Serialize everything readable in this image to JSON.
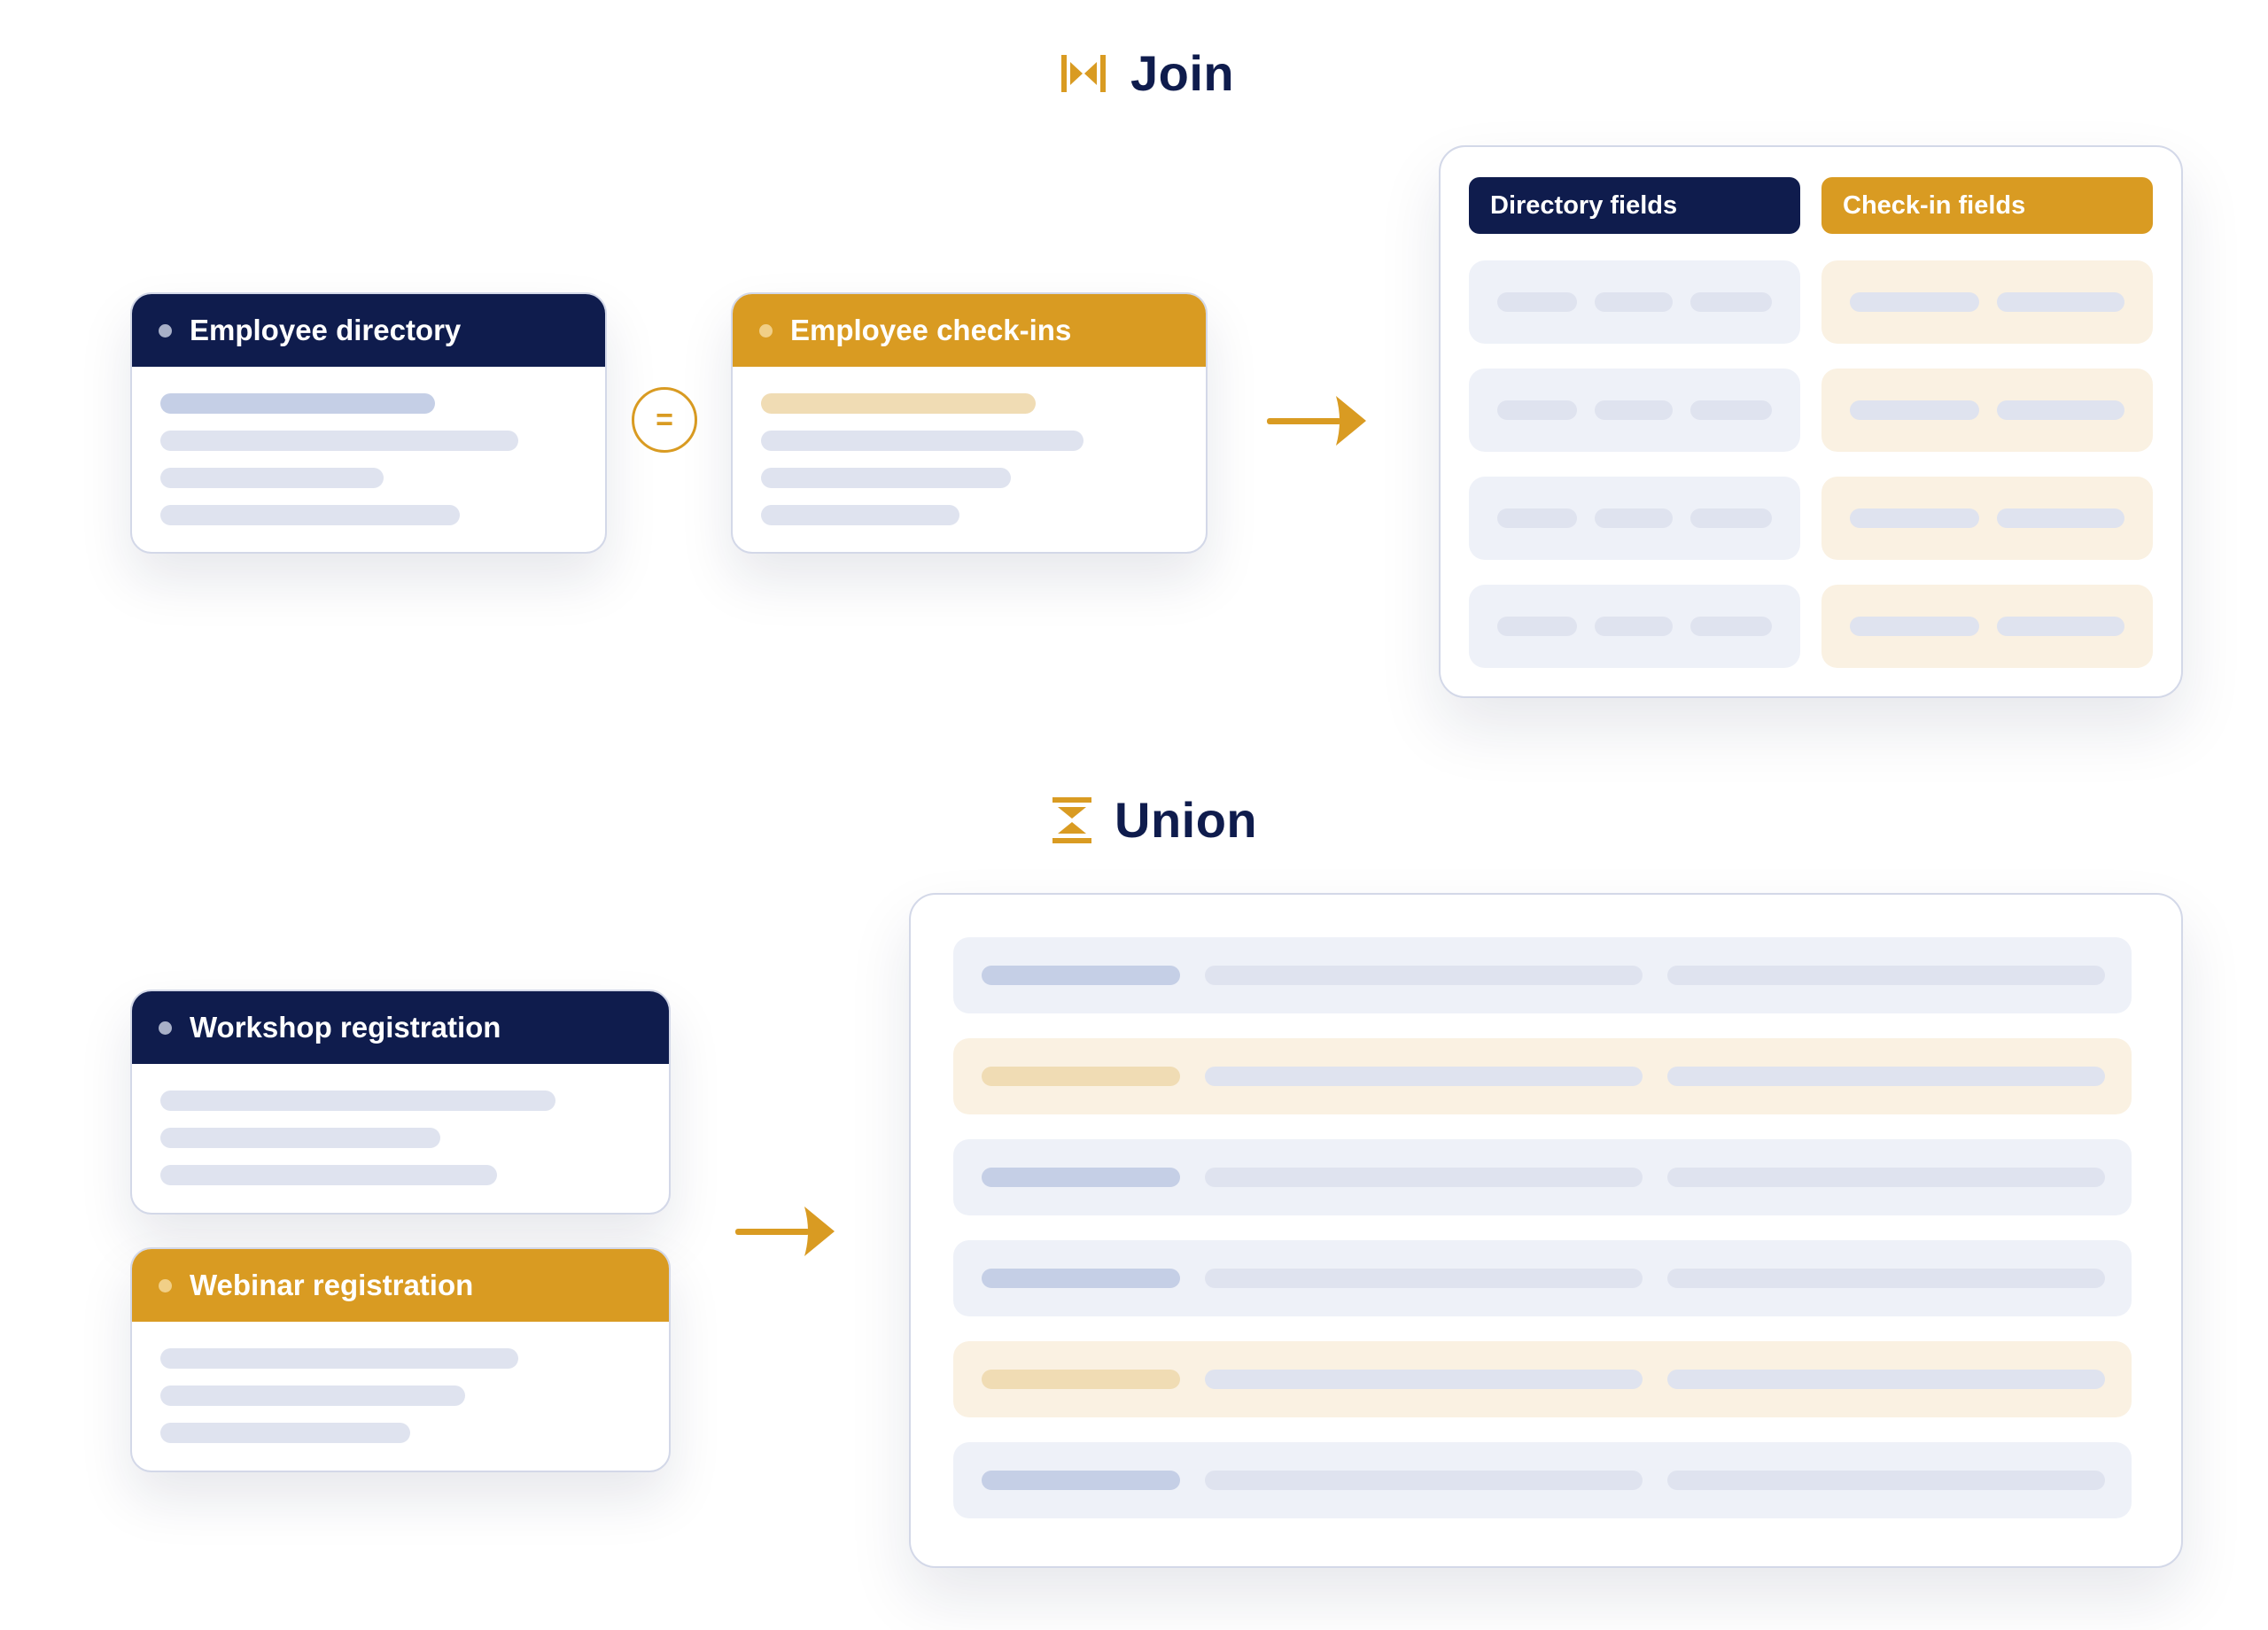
{
  "colors": {
    "navy": "#0f1c4d",
    "gold": "#d99b22",
    "row_blue": "#eef1f8",
    "row_gold": "#faf1e2"
  },
  "join": {
    "title": "Join",
    "icon": "join-icon",
    "left_table": {
      "label": "Employee directory",
      "color": "navy"
    },
    "operator": {
      "symbol": "=",
      "icon": "equals-icon"
    },
    "right_table": {
      "label": "Employee check-ins",
      "color": "gold"
    },
    "arrow_icon": "arrow-right-icon",
    "result": {
      "columns": [
        {
          "label": "Directory fields",
          "color": "navy"
        },
        {
          "label": "Check-in fields",
          "color": "gold"
        }
      ],
      "row_count": 4
    }
  },
  "union": {
    "title": "Union",
    "icon": "union-icon",
    "sources": [
      {
        "label": "Workshop registration",
        "color": "navy"
      },
      {
        "label": "Webinar registration",
        "color": "gold"
      }
    ],
    "arrow_icon": "arrow-right-icon",
    "result": {
      "row_sources": [
        "navy",
        "gold",
        "navy",
        "navy",
        "gold",
        "navy"
      ]
    }
  }
}
